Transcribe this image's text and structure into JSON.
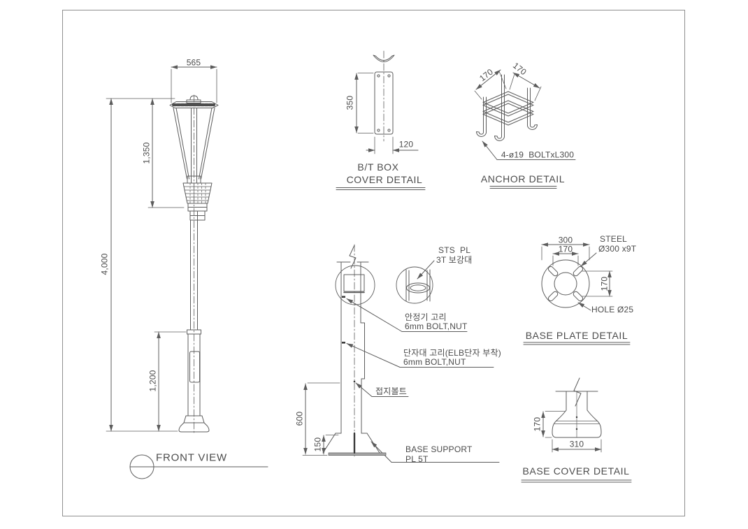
{
  "drawing": {
    "line_color": "#5c5c5c",
    "text_color": "#4b4b4b"
  },
  "front_view": {
    "title": "FRONT VIEW",
    "dim_width_top": "565",
    "dim_lamp_height": "1,350",
    "dim_total_height": "4,000",
    "dim_lower_height": "1,200"
  },
  "bt_box": {
    "title_line1": "B/T BOX",
    "title_line2": "COVER DETAIL",
    "dim_height": "350",
    "dim_width": "120"
  },
  "anchor": {
    "title": "ANCHOR DETAIL",
    "bolt_label": "4-ø19  BOLTxL300",
    "dim_left": "170",
    "dim_right": "170"
  },
  "pole_detail": {
    "stiffener_label_line1": "STS  PL",
    "stiffener_label_line2": "3T 보강대",
    "ballast_label_line1": "안정기 고리",
    "ballast_label_line2": "6mm BOLT,NUT",
    "terminal_label_line1": "단자대 고리(ELB단자 부착)",
    "terminal_label_line2": "6mm BOLT,NUT",
    "ground_bolt_label": "접지볼트",
    "base_support_line1": "BASE SUPPORT",
    "base_support_line2": "PL 5T",
    "dim_height": "600",
    "dim_support_height": "150"
  },
  "base_plate": {
    "title": "BASE PLATE DETAIL",
    "dim_outer": "300",
    "dim_bolt_spacing_h": "170",
    "dim_bolt_spacing_v": "170",
    "steel_label_line1": "STEEL",
    "steel_label_line2": "Ø300 x9T",
    "hole_label": "HOLE Ø25"
  },
  "base_cover": {
    "title": "BASE COVER DETAIL",
    "dim_height": "170",
    "dim_width": "310"
  }
}
